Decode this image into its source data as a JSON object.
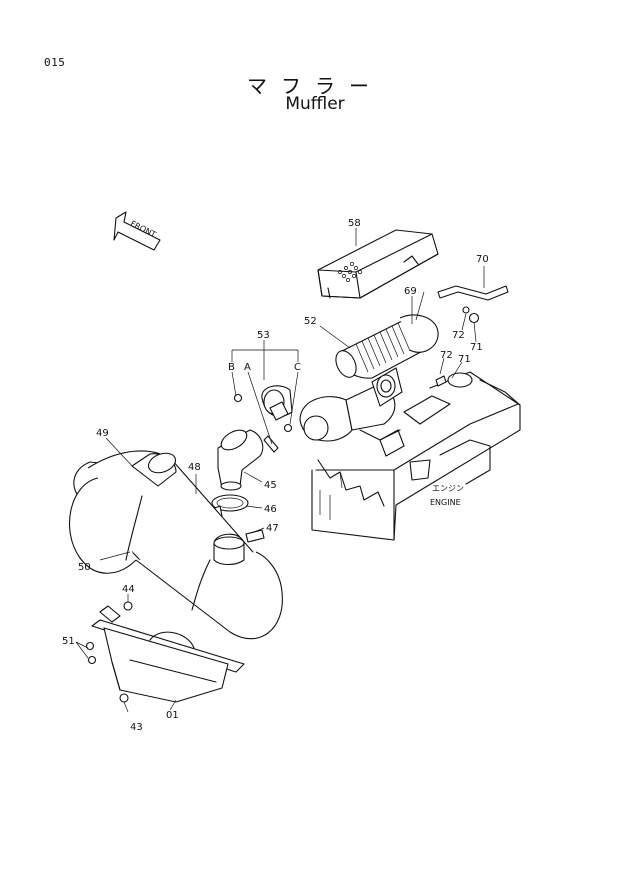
{
  "page": {
    "number": "015",
    "title_jp": "マフラー",
    "title_en": "Muffler"
  },
  "labels": {
    "front": "FRONT",
    "engine_jp": "エンジン",
    "engine_en": "ENGINE",
    "ref_a": "A",
    "ref_b": "B",
    "ref_c": "C"
  },
  "callouts": [
    "58",
    "70",
    "69",
    "52",
    "72",
    "71",
    "72",
    "71",
    "53",
    "49",
    "48",
    "45",
    "46",
    "47",
    "50",
    "44",
    "51",
    "01",
    "43"
  ]
}
